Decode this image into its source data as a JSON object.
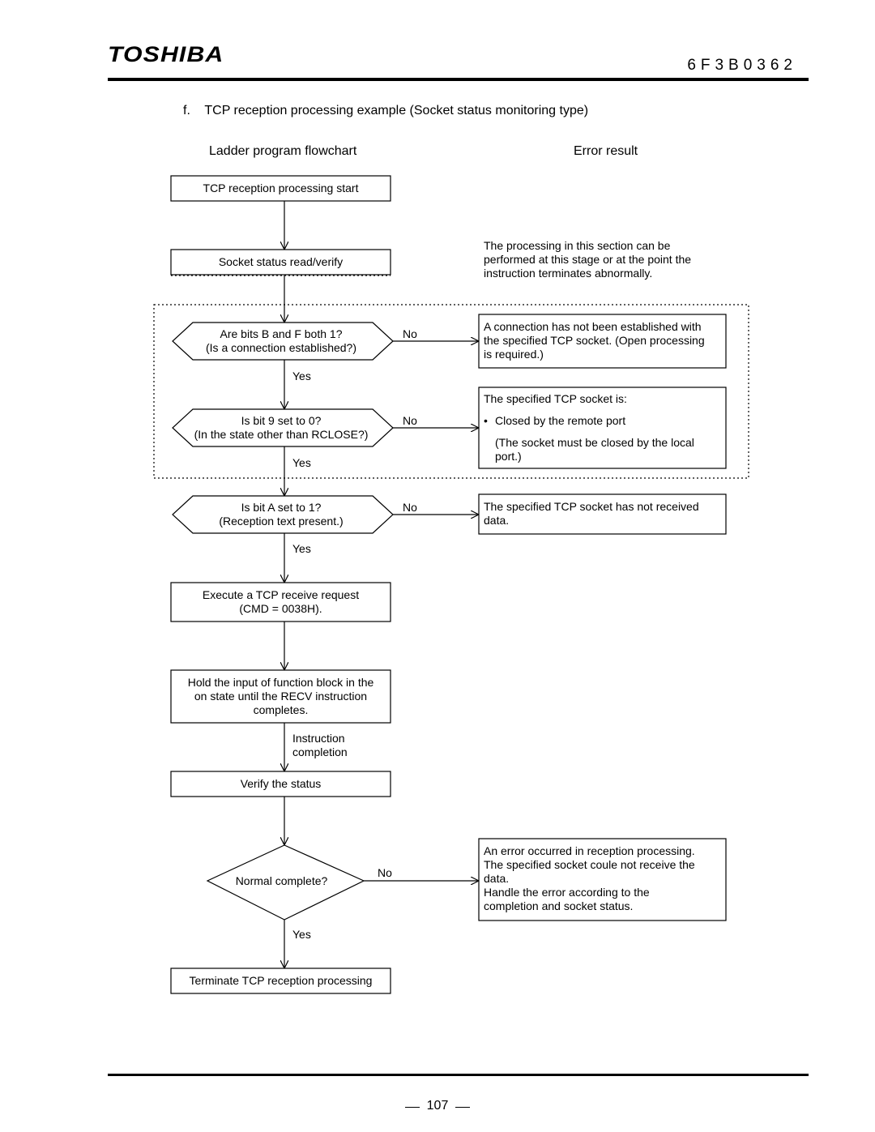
{
  "header": {
    "brand": "TOSHIBA",
    "doc_number": "6F3B0362"
  },
  "section_heading": "f.    TCP reception processing example (Socket status monitoring type)",
  "columns": {
    "left": "Ladder program flowchart",
    "right": "Error result"
  },
  "flow": {
    "start": "TCP reception processing start",
    "socket_read": "Socket status read/verify",
    "d1_line1": "Are bits B and F both 1?",
    "d1_line2": "(Is a connection established?)",
    "d2_line1": "Is bit 9 set to 0?",
    "d2_line2": "(In the state other than RCLOSE?)",
    "d3_line1": "Is bit A set to 1?",
    "d3_line2": "(Reception text present.)",
    "exec_line1": "Execute a TCP receive request",
    "exec_line2": "(CMD = 0038H).",
    "hold_line1": "Hold the input of function block in the",
    "hold_line2": "on state until the RECV instruction",
    "hold_line3": "completes.",
    "instr_line1": "Instruction",
    "instr_line2": "completion",
    "verify": "Verify the status",
    "d4": "Normal complete?",
    "terminate": "Terminate TCP reception processing",
    "yes": "Yes",
    "no": "No"
  },
  "notes": {
    "processing_note": [
      "The processing in this section can be",
      "performed at this stage or at the point the",
      "instruction terminates abnormally."
    ],
    "err1": [
      "A connection has not been established with",
      "the specified TCP socket. (Open processing",
      "is required.)"
    ],
    "err2_title": "The specified TCP socket is:",
    "err2_bullet": "•",
    "err2_item": "Closed by the remote port",
    "err2_sub": [
      "(The socket must be closed by the local",
      "port.)"
    ],
    "err3": [
      "The specified TCP socket has not received",
      "data."
    ],
    "err4": [
      "An error occurred in reception processing.",
      "The specified socket coule not receive the",
      "data.",
      "Handle the error according to the",
      "completion and socket status."
    ]
  },
  "footer": {
    "page_number": "107"
  }
}
